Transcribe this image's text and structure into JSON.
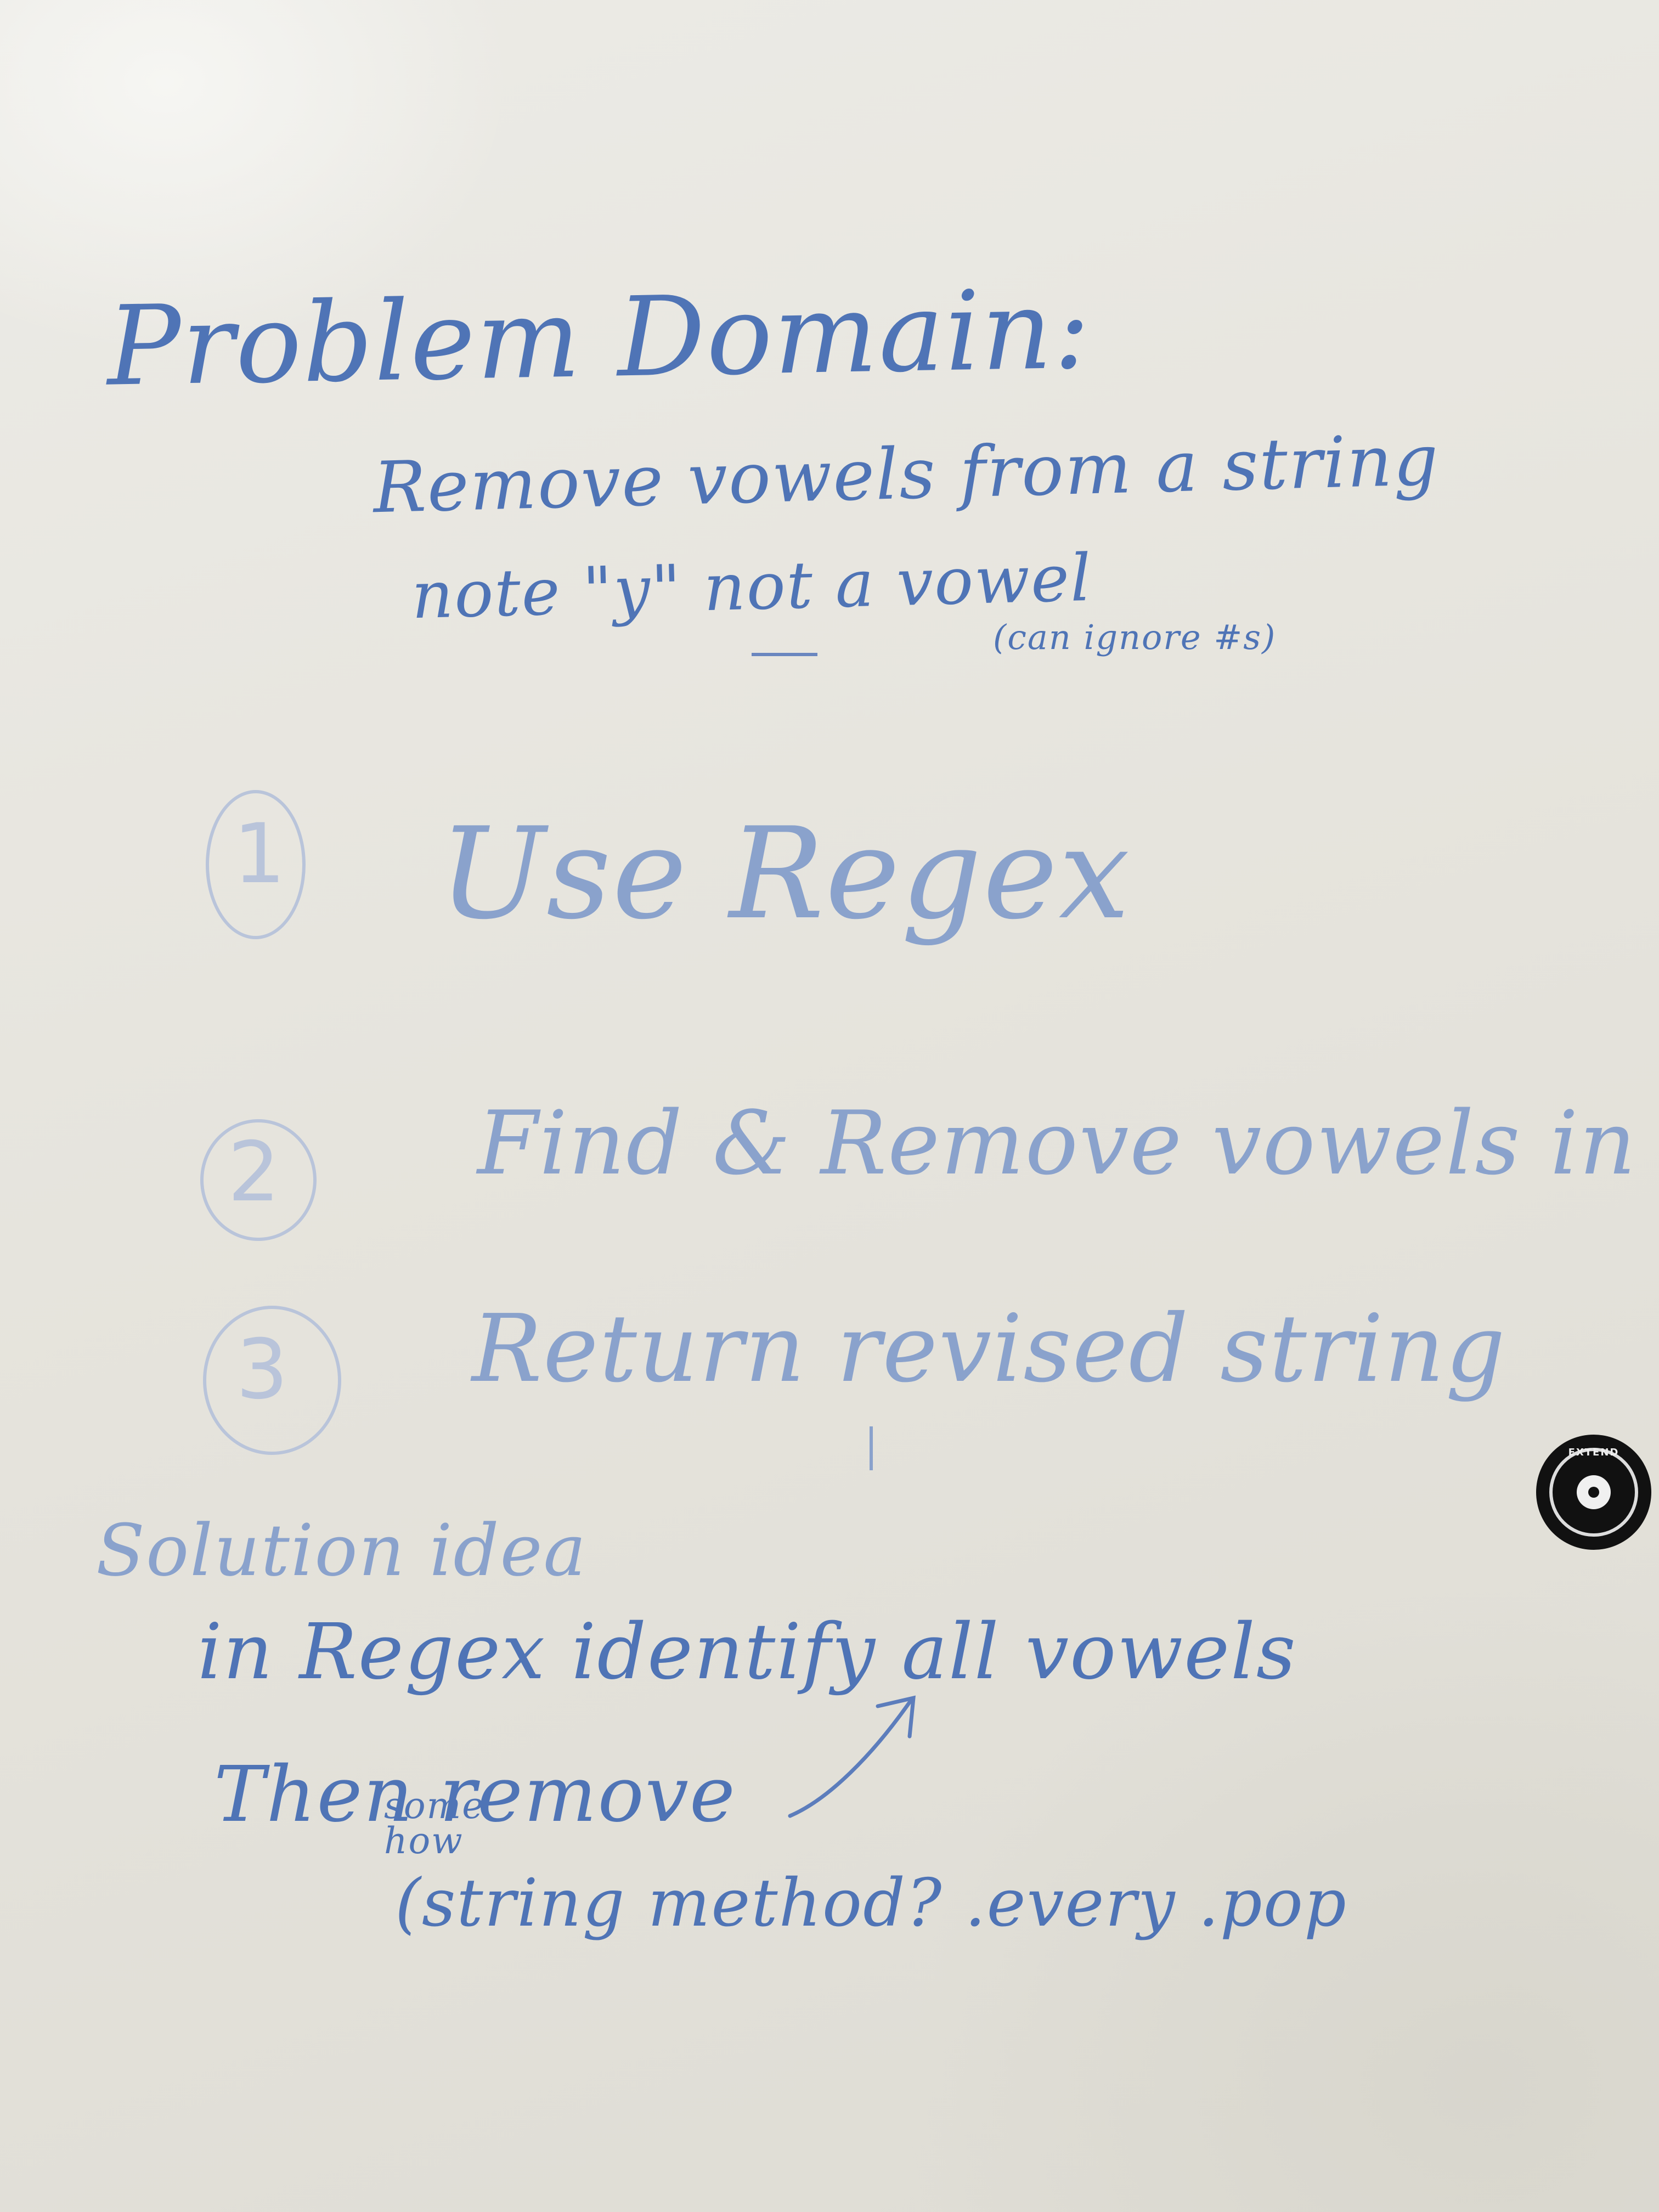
{
  "title": "Problem Domain:",
  "problem_lines": [
    "Remove vowels from a string",
    "note \"y\" not a vowel",
    "(can ignore #s)"
  ],
  "steps": [
    {
      "number": "1",
      "text": "Use Regex"
    },
    {
      "number": "2",
      "text": "Find & Remove vowels in string"
    },
    {
      "number": "3",
      "text": "Return revised string"
    }
  ],
  "solution": {
    "heading": "Solution idea",
    "line1": "in Regex identify all vowels",
    "line2": "Then remove",
    "aside": [
      "some",
      "how"
    ],
    "line3": "(string method? .every .pop"
  },
  "magnet": {
    "label": "EXTEND"
  },
  "colors": {
    "ink": "#4f74b6",
    "faint_ink": "#b9c4da",
    "board": "#e6e4dd"
  }
}
